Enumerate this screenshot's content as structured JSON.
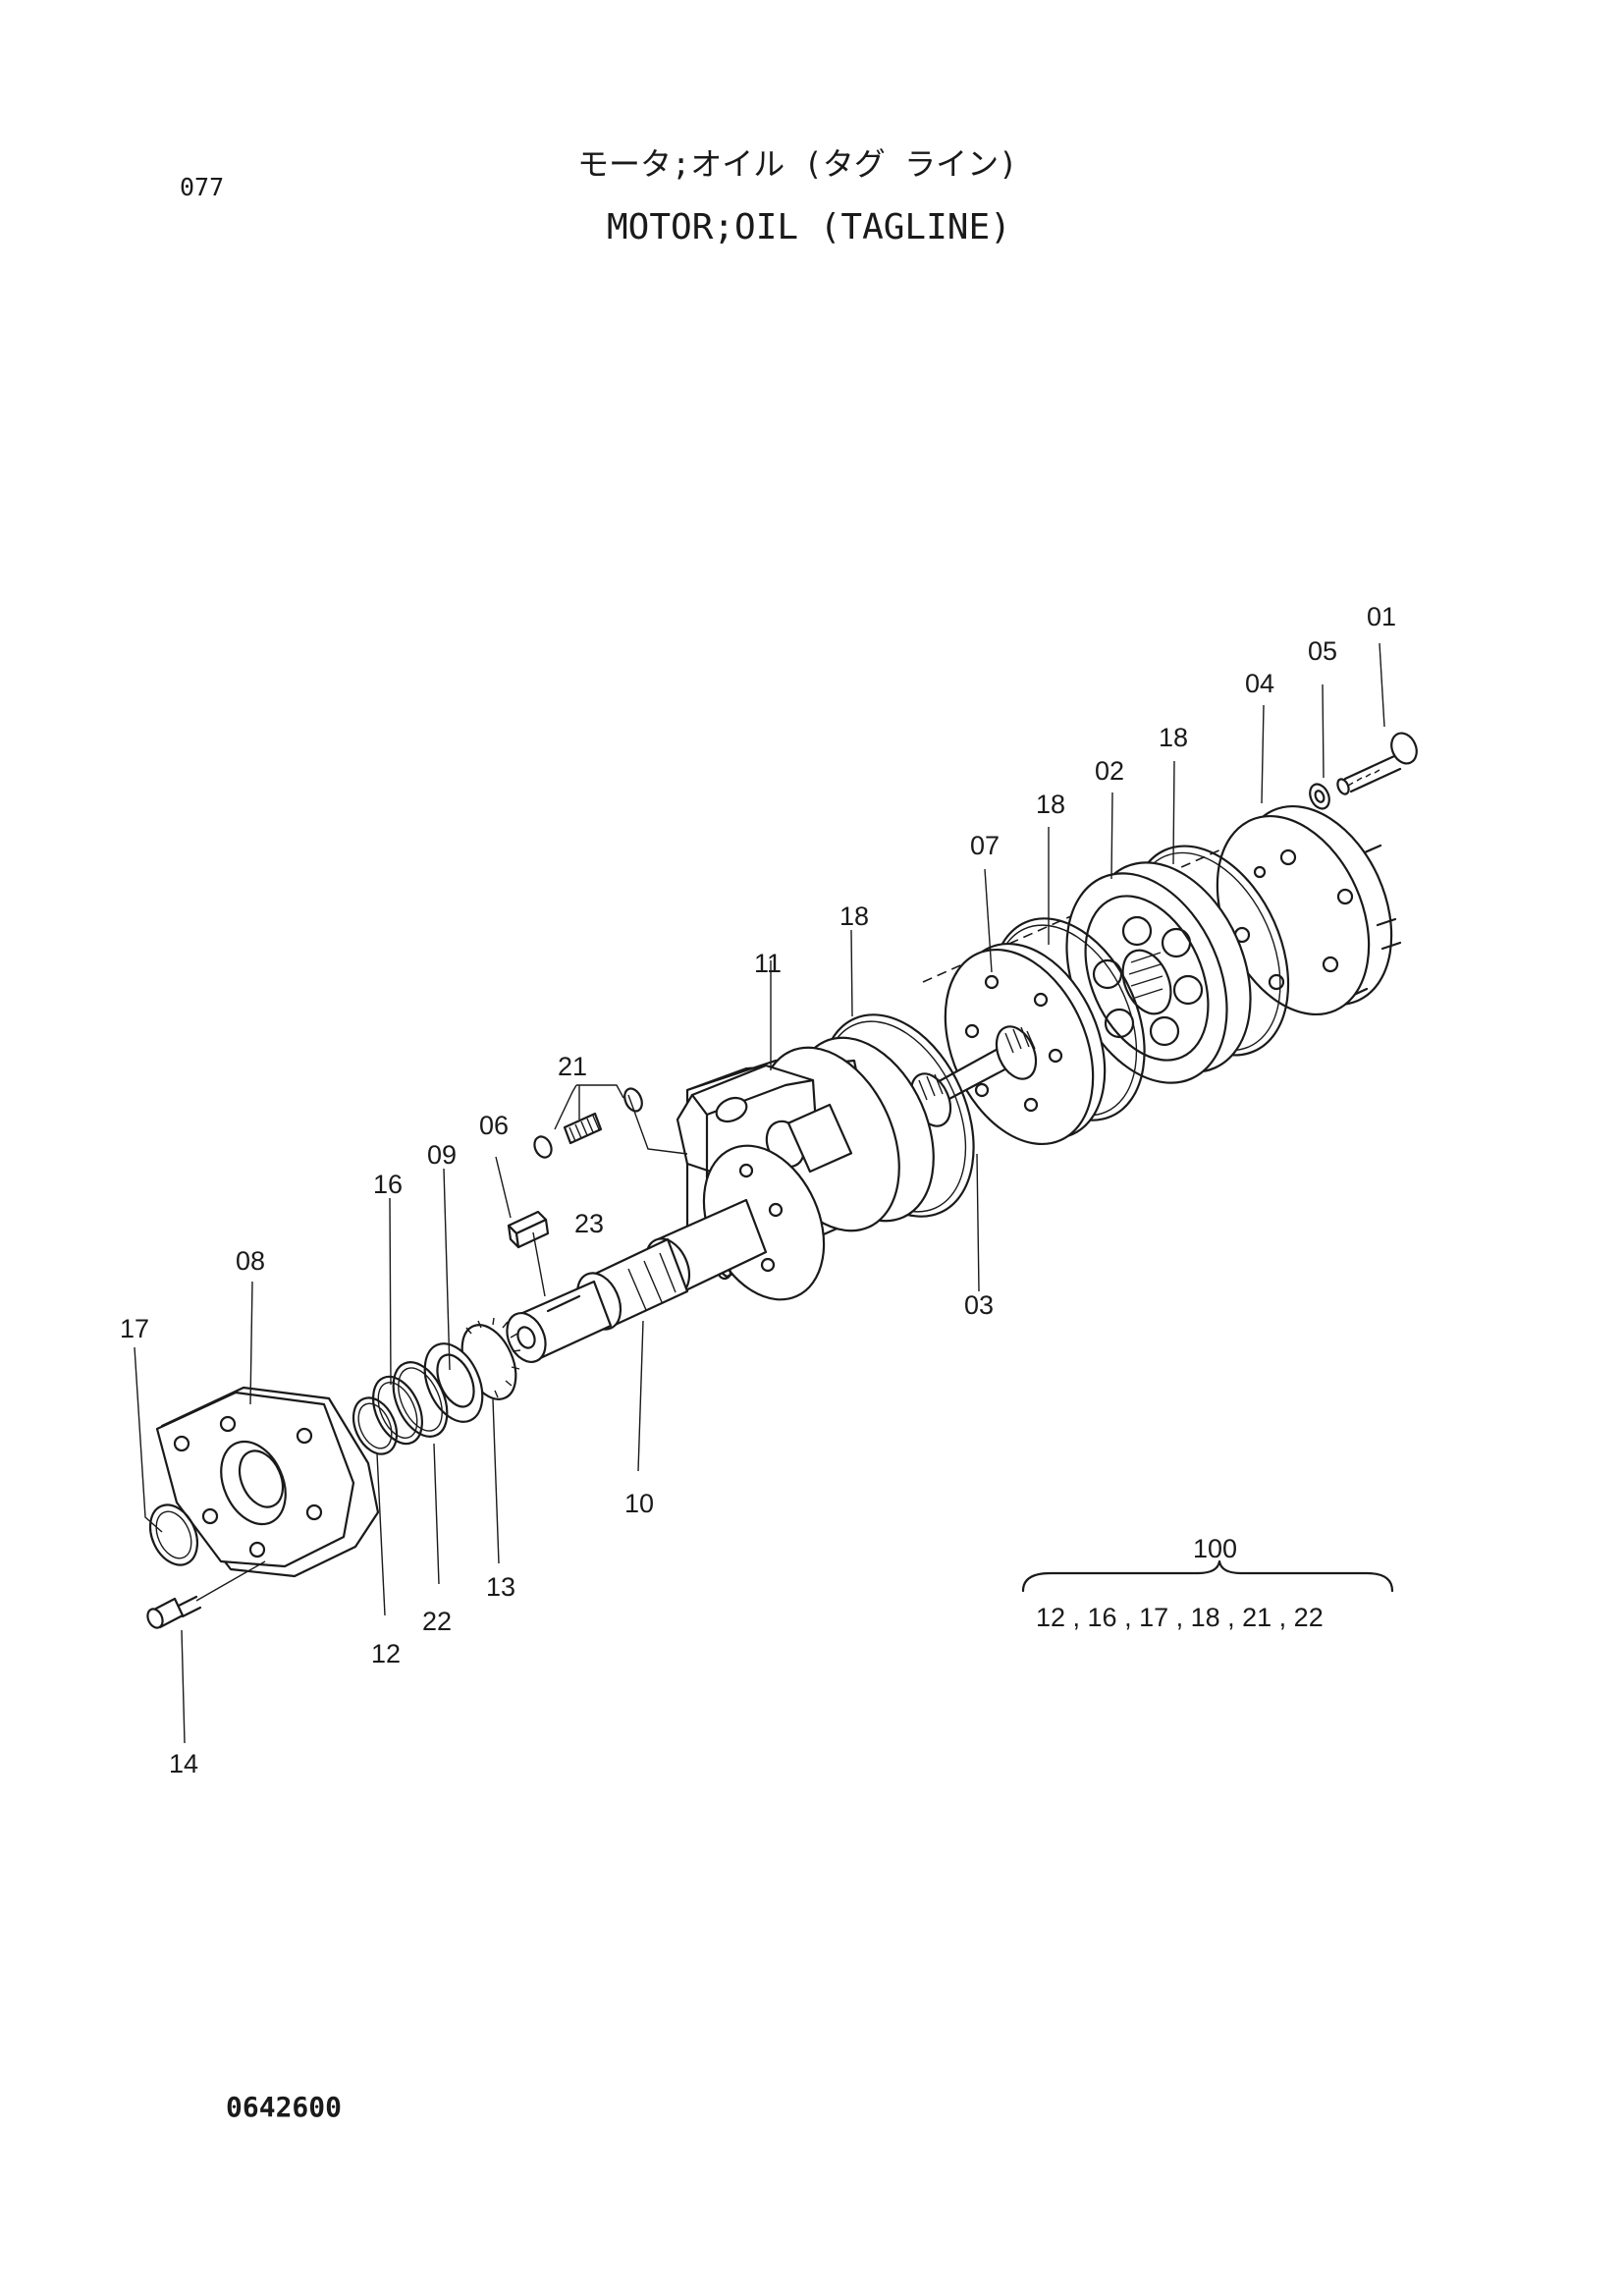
{
  "header": {
    "page_code": "077",
    "title_jp": "モータ;オイル (タグ ライン)",
    "title_en": "MOTOR;OIL (TAGLINE)"
  },
  "footer": {
    "drawing_no": "0642600"
  },
  "callouts": {
    "p01": "01",
    "p02": "02",
    "p03": "03",
    "p04": "04",
    "p05": "05",
    "p06": "06",
    "p07": "07",
    "p08": "08",
    "p09": "09",
    "p10": "10",
    "p11": "11",
    "p12": "12",
    "p13": "13",
    "p14": "14",
    "p16": "16",
    "p17": "17",
    "p18a": "18",
    "p18b": "18",
    "p18c": "18",
    "p21": "21",
    "p22": "22",
    "p23": "23"
  },
  "kit": {
    "number": "100",
    "contents": "12 , 16 , 17 , 18 , 21 , 22"
  }
}
